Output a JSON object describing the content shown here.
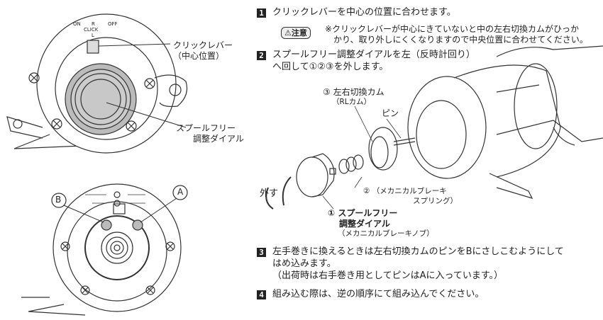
{
  "steps": [
    {
      "number": "1",
      "lines": [
        "クリックレバーを中心の位置に合わせます。"
      ]
    },
    {
      "number": "2",
      "lines": [
        "スプールフリー調整ダイアルを左（反時計回り）",
        "へ回して①②③を外します。"
      ]
    },
    {
      "number": "3",
      "lines": [
        "左手巻きに換えるときは左右切換カムのピンをBにさしこむようにして",
        "はめ込みます。",
        "（出荷時は右手巻き用としてピンはAに入っています。）"
      ]
    },
    {
      "number": "4",
      "lines": [
        "組み込む際は、逆の順序にて組み込んでください。"
      ]
    }
  ],
  "caution": {
    "label": "⚠注意",
    "lines": [
      "※クリックレバーが中心にきていないと中の左右切換カムがひっか",
      "かり、取り外しにくくなりますので中央位置に合わせてください。"
    ]
  },
  "diagram_top": {
    "click_lever": [
      "クリックレバー",
      "（中心位置）"
    ],
    "spool_dial": [
      "スプールフリー",
      "調整ダイアル"
    ],
    "dial_marks": {
      "r": "R",
      "l": "L",
      "click": "CLICK",
      "on": "ON",
      "off": "OFF"
    }
  },
  "diagram_bottom": {
    "label_a": "A",
    "label_b": "B"
  },
  "diagram_exploded": {
    "part3": [
      "③ 左右切換カム",
      "（RLカム）"
    ],
    "pin": "ピン",
    "remove": "外す",
    "part2": [
      "② （メカニカルブレーキ",
      "スプリング）"
    ],
    "part1": [
      "① スプールフリー",
      "調整ダイアル",
      "（メカニカルブレーキノブ）"
    ]
  }
}
